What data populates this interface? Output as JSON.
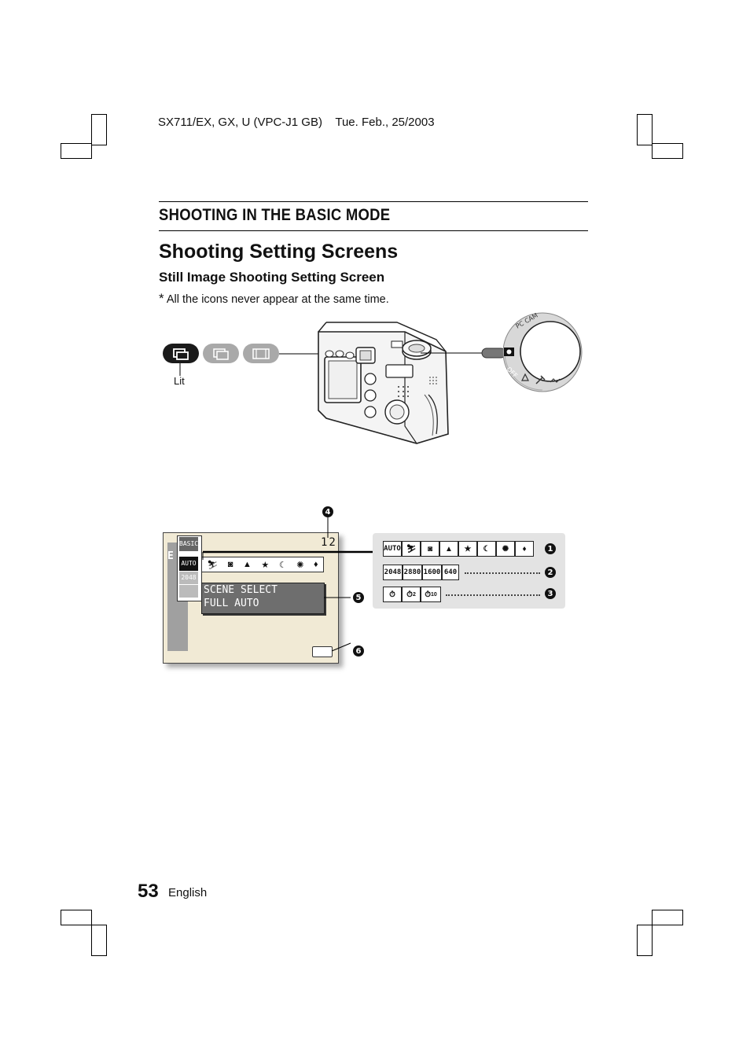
{
  "header": {
    "model": "SX711/EX, GX, U (VPC-J1 GB)",
    "date": "Tue. Feb., 25/2003"
  },
  "section_title": "SHOOTING IN THE BASIC MODE",
  "page_title": "Shooting Setting Screens",
  "subtitle": "Still Image Shooting Setting Screen",
  "note": "All the icons never appear at the same time.",
  "note_marker": "*",
  "indicator": {
    "lit_label": "Lit",
    "icons": [
      "still-image-icon",
      "sequential-shots-icon",
      "video-clip-icon"
    ]
  },
  "mode_dial": {
    "labels": [
      "PC CAM",
      "OFF"
    ],
    "icons": [
      "camera-icon",
      "play-icon",
      "wrench-icon",
      "pc-icon"
    ]
  },
  "lcd": {
    "shot_count": "12",
    "side_label": "E",
    "menu_items": [
      "BASIC",
      "AUTO",
      "2048"
    ],
    "popup_line1": "SCENE SELECT",
    "popup_line2": "FULL AUTO"
  },
  "legend": {
    "row1_first": "AUTO",
    "row2": [
      "2048",
      "2880",
      "1600",
      "640"
    ],
    "row3_subscripts": [
      "2",
      "10"
    ]
  },
  "callouts": [
    "1",
    "2",
    "3",
    "4",
    "5",
    "6"
  ],
  "footer": {
    "page_number": "53",
    "language": "English"
  }
}
